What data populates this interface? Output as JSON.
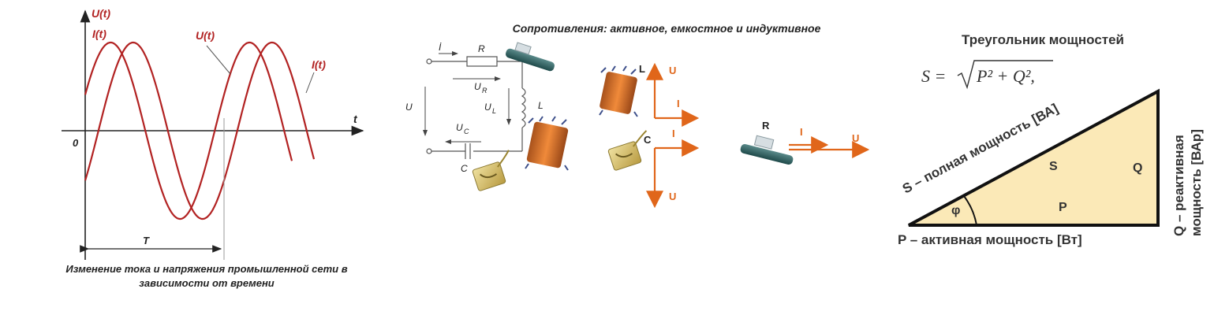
{
  "panel_sine": {
    "u_axis_label": "U(t)",
    "i_axis_label": "I(t)",
    "u_curve_label": "U(t)",
    "i_curve_label": "I(t)",
    "t_label": "t",
    "origin_label": "0",
    "period_label": "T",
    "caption_line1": "Изменение тока и напряжения промышленной сети в",
    "caption_line2": "зависимости от времени",
    "curve_color": "#b22222"
  },
  "panel_circuit": {
    "title": "Сопротивления: активное, емкостное и индуктивное",
    "i_symbol": "İ",
    "r_symbol": "R",
    "l_symbol": "L",
    "c_symbol": "C",
    "u_symbol": "U",
    "ur_symbol": "U",
    "ur_sub": "R",
    "ul_symbol": "U",
    "ul_sub": "L",
    "uc_symbol": "U",
    "uc_sub": "C",
    "arrow_color": "#e0661a",
    "inductor_group": {
      "label": "L",
      "up_label": "U",
      "right_label": "I"
    },
    "capacitor_group": {
      "label": "C",
      "up_label": "I",
      "down_label": "U"
    },
    "resistor_group": {
      "label": "R",
      "i_label": "I",
      "u_label": "U"
    }
  },
  "panel_triangle": {
    "title": "Треугольник мощностей",
    "formula_lhs": "S =",
    "formula_rad": "P² + Q²,",
    "hypotenuse_label": "S – полная мощность [ВА]",
    "base_label": "P – активная мощность [Вт]",
    "vertical_label_line1": "Q – реактивная",
    "vertical_label_line2": "мощность [ВАр]",
    "inner_s": "S",
    "inner_q": "Q",
    "inner_p": "P",
    "angle_label": "φ",
    "fill_color": "#fbe9b7"
  }
}
